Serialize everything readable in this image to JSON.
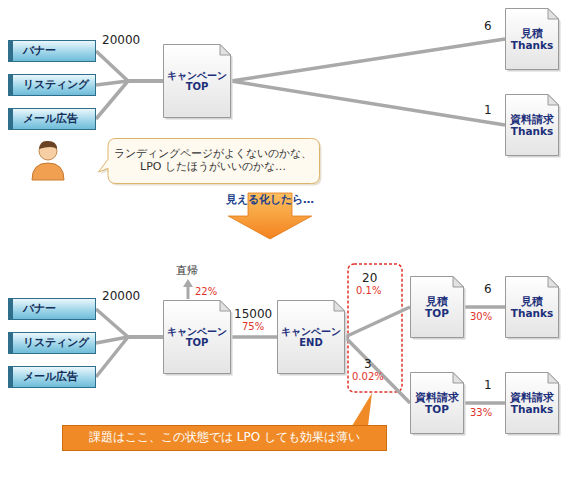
{
  "diagram": {
    "nodes": [
      {
        "text": [
          "バナー"
        ]
      },
      {
        "text": [
          "リスティング"
        ]
      },
      {
        "text": [
          "メール広告"
        ]
      },
      {
        "text": [
          "キャンペーン TOP"
        ]
      },
      {
        "text": [
          "見積 Thanks"
        ]
      },
      {
        "text": [
          "資料請求 Thanks"
        ]
      },
      {
        "text": [
          "ランディングページがよくないのかな、 LPO したほうがいいのかな…"
        ]
      },
      {
        "text": [
          "見える化したら…"
        ]
      },
      {
        "text": [
          "バナー"
        ]
      },
      {
        "text": [
          "リスティング"
        ]
      },
      {
        "text": [
          "メール広告"
        ]
      },
      {
        "text": [
          "キャンペーン TOP"
        ]
      },
      {
        "text": [
          "キャンペーン END"
        ]
      },
      {
        "text": [
          "見積 TOP"
        ]
      },
      {
        "text": [
          "資料請求 TOP"
        ]
      },
      {
        "text": [
          "見積 Thanks"
        ]
      },
      {
        "text": [
          "資料請求 Thanks"
        ]
      },
      {
        "text": [
          "課題はここ、この状態では LPO しても効果は薄い"
        ]
      }
    ],
    "edges": [
      {
        "from": 0,
        "to": 3,
        "label": "20000",
        "arrow": "none"
      },
      {
        "from": 1,
        "to": 3,
        "arrow": "none"
      },
      {
        "from": 2,
        "to": 3,
        "arrow": "none"
      },
      {
        "from": 3,
        "to": 4,
        "label": "6",
        "arrow": "none"
      },
      {
        "from": 3,
        "to": 5,
        "label": "1",
        "arrow": "none"
      },
      {
        "from": 8,
        "to": 11,
        "label": "20000",
        "arrow": "none"
      },
      {
        "from": 9,
        "to": 11,
        "arrow": "none"
      },
      {
        "from": 10,
        "to": 11,
        "arrow": "none"
      },
      {
        "from": 11,
        "to": 12,
        "label": "15000",
        "arrow": "none"
      },
      {
        "from": 12,
        "to": 13,
        "label": "20",
        "arrow": "none"
      },
      {
        "from": 12,
        "to": 14,
        "label": "3",
        "arrow": "none"
      },
      {
        "from": 13,
        "to": 15,
        "label": "6",
        "arrow": "none"
      },
      {
        "from": 14,
        "to": 16,
        "label": "1",
        "arrow": "none"
      }
    ],
    "labels": [
      "直帰",
      "22%",
      "75%",
      "0.1%",
      "0.02%",
      "30%",
      "33%"
    ]
  }
}
